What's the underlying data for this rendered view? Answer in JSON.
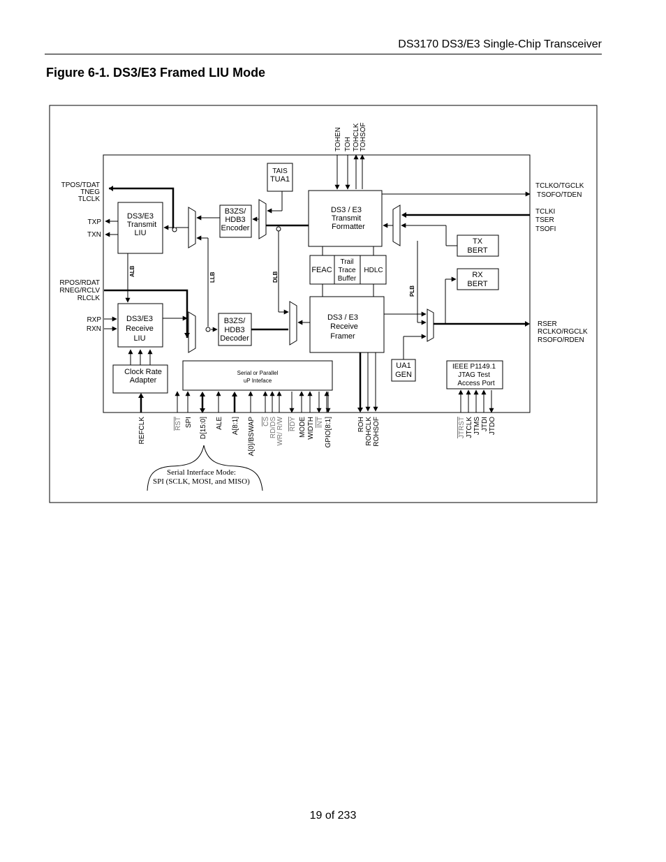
{
  "header": {
    "title": "DS3170 DS3/E3 Single-Chip Transceiver"
  },
  "figure": {
    "title": "Figure 6-1. DS3/E3 Framed LIU Mode"
  },
  "footer": {
    "page": "19 of 233"
  },
  "diagram": {
    "blocks": {
      "tx_liu": [
        "DS3/E3",
        "Transmit",
        "LIU"
      ],
      "rx_liu": [
        "DS3/E3",
        "Receive",
        "LIU"
      ],
      "clock_rate": [
        "Clock Rate",
        "Adapter"
      ],
      "b3zs_enc": [
        "B3ZS/",
        "HDB3",
        "Encoder"
      ],
      "b3zs_dec": [
        "B3ZS/",
        "HDB3",
        "Decoder"
      ],
      "tais": [
        "TAIS",
        "TUA1"
      ],
      "tx_formatter": [
        "DS3 / E3",
        "Transmit",
        "Formatter"
      ],
      "rx_framer": [
        "DS3 / E3",
        "Receive",
        "Framer"
      ],
      "feac": "FEAC",
      "trail_trace": [
        "Trail",
        "Trace",
        "Buffer"
      ],
      "hdlc": "HDLC",
      "tx_bert": [
        "TX",
        "BERT"
      ],
      "rx_bert": [
        "RX",
        "BERT"
      ],
      "ua1_gen": [
        "UA1",
        "GEN"
      ],
      "jtag": [
        "IEEE P1149.1",
        "JTAG Test",
        "Access Port"
      ],
      "up_interface": [
        "Serial or Parallel",
        "uP Inteface"
      ]
    },
    "loopbacks": {
      "alb": "ALB",
      "llb": "LLB",
      "dlb": "DLB",
      "plb": "PLB"
    },
    "left_pins": {
      "tx_group": [
        "TPOS/TDAT",
        "TNEG",
        "TLCLK"
      ],
      "txp": "TXP",
      "txn": "TXN",
      "rx_group": [
        "RPOS/RDAT",
        "RNEG/RCLV",
        "RLCLK"
      ],
      "rxp": "RXP",
      "rxn": "RXN"
    },
    "right_pins": {
      "tclko": [
        "TCLKO/TGCLK",
        "TSOFO/TDEN"
      ],
      "tclki": [
        "TCLKI",
        "TSER",
        "TSOFI"
      ],
      "rser": [
        "RSER",
        "RCLKO/RGCLK",
        "RSOFO/RDEN"
      ]
    },
    "top_pins": [
      "TOHEN",
      "TOH",
      "TOHCLK",
      "TOHSOF"
    ],
    "bottom_pins": {
      "refclk": "REFCLK",
      "rst": "RST",
      "spi": "SPI",
      "d": "D[15:0]",
      "ale": "ALE",
      "a": "A[8:1]",
      "a0": "A[0]/BSWAP",
      "cs": "CS",
      "rd": "RD/DS",
      "wr": "WR/ R/W",
      "rdy": "RDY",
      "mode": "MODE",
      "width": "WIDTH",
      "int": "INT",
      "gpio": "GPIO[8:1]",
      "roh": "ROH",
      "rohclk": "ROHCLK",
      "rohsof": "ROHSOF",
      "jtrst": "JTRST",
      "jtclk": "JTCLK",
      "jtms": "JTMS",
      "jtdi": "JTDI",
      "jtdo": "JTDO"
    },
    "serial_note": [
      "Serial  Interface Mode:",
      "SPI   (SCLK, MOSI, and MISO)"
    ]
  }
}
